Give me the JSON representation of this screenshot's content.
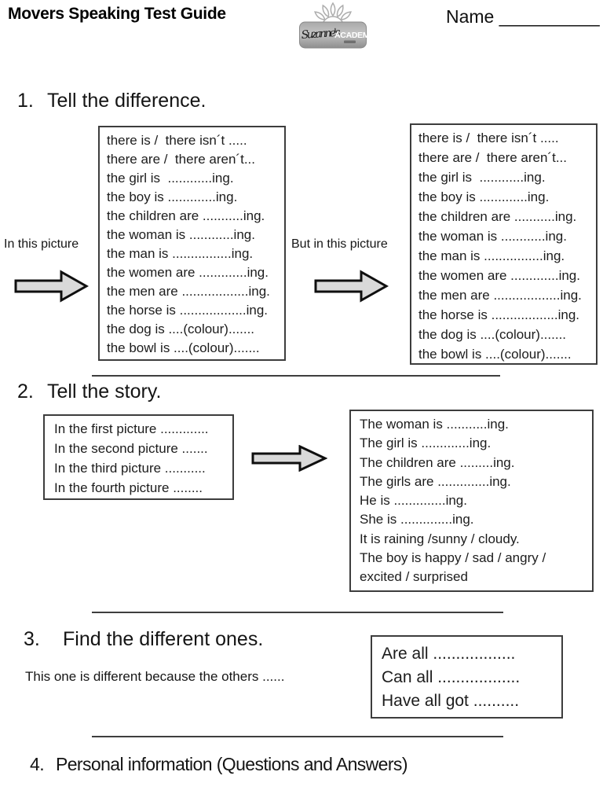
{
  "header": {
    "title": "Movers Speaking Test Guide",
    "name_label": "Name",
    "name_line": "__________",
    "logo": {
      "script_text": "Suzanne's",
      "academy_text": "ACADEMY"
    }
  },
  "section1": {
    "number": "1.",
    "heading": "Tell the difference.",
    "left_label": "In this picture",
    "right_label": "But in this picture",
    "box_lines": [
      "there is /  there isn´t .....",
      "there are /  there aren´t...",
      "the girl is  ............ing.",
      "the boy is .............ing.",
      "the children are ...........ing.",
      "the woman is ............ing.",
      "the man is ................ing.",
      "the women are .............ing.",
      "the men are ..................ing.",
      "the horse is ..................ing.",
      "the dog is ....(colour).......",
      "the bowl is ....(colour)......."
    ]
  },
  "section2": {
    "number": "2.",
    "heading": "Tell the story.",
    "left_box_lines": [
      "In the first picture .............",
      "In the second picture .......",
      "In the third picture ...........",
      "In the fourth picture ........"
    ],
    "right_box_lines": [
      "The woman is ...........ing.",
      "The girl is .............ing.",
      "The children are .........ing.",
      "The girls are ..............ing.",
      "He is ..............ing.",
      "She is ..............ing.",
      "It is raining /sunny / cloudy.",
      "The boy is happy / sad / angry /",
      "excited / surprised"
    ]
  },
  "section3": {
    "number": "3.",
    "heading": "Find the different ones.",
    "prompt": "This one is different because the others ......",
    "box_lines": [
      "Are all ..................",
      "Can all ..................",
      "Have all got .........."
    ]
  },
  "section4": {
    "number": "4.",
    "heading": "Personal information (Questions and Answers)"
  }
}
